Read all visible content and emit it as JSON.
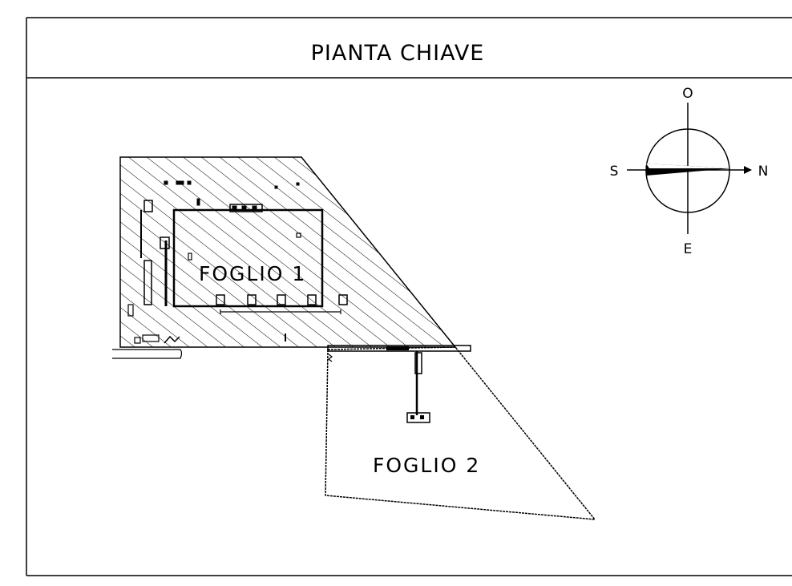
{
  "title": "PIANTA CHIAVE",
  "sheets": [
    {
      "label": "FOGLIO 1"
    },
    {
      "label": "FOGLIO 2"
    }
  ],
  "compass": {
    "north": "N",
    "south": "S",
    "east": "E",
    "west": "O"
  },
  "colors": {
    "ink": "#000000",
    "paper": "#ffffff"
  }
}
